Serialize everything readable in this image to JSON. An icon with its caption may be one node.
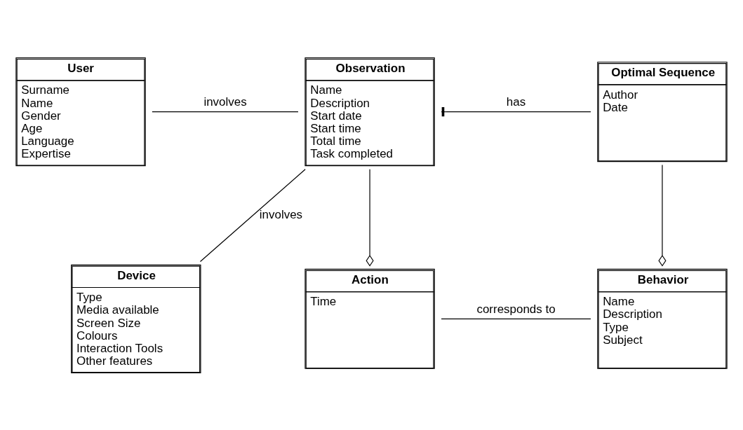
{
  "diagram": {
    "nodes": [
      {
        "text": [
          "User",
          "Surname",
          "Name",
          "Gender",
          "Age",
          "Language",
          "Expertise"
        ]
      },
      {
        "text": [
          "Observation",
          "Name",
          "Description",
          "Start date",
          "Start time",
          "Total time",
          "Task completed"
        ]
      },
      {
        "text": [
          "Optimal Sequence",
          "Author",
          "Date"
        ]
      },
      {
        "text": [
          "Device",
          "Type",
          "Media available",
          "Screen Size",
          "Colours",
          "Interaction Tools",
          "Other features"
        ]
      },
      {
        "text": [
          "Action",
          "Time"
        ]
      },
      {
        "text": [
          "Behavior",
          "Name",
          "Description",
          "Type",
          "Subject"
        ]
      }
    ],
    "edges": [
      {
        "from": 0,
        "to": 1,
        "arrow": "none",
        "label": "involves"
      },
      {
        "from": 2,
        "to": 1,
        "arrow": "other",
        "label": "has"
      },
      {
        "from": 1,
        "to": 3,
        "arrow": "none",
        "label": "involves"
      },
      {
        "from": 1,
        "to": 4,
        "arrow": "other"
      },
      {
        "from": 2,
        "to": 5,
        "arrow": "other"
      },
      {
        "from": 4,
        "to": 5,
        "arrow": "none",
        "label": "corresponds to"
      }
    ]
  }
}
